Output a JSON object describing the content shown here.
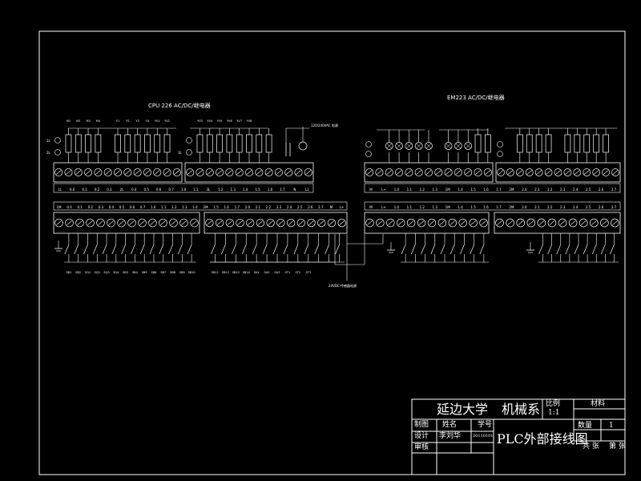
{
  "title_cpu": "CPU 226 AC/DC/继电器",
  "title_em": "EM223 AC/DC/继电器",
  "supply_note": "120/240VAC 电源",
  "dc_note": "24VDC 传感器电源",
  "cpu_out_groups": [
    "1L",
    "2L",
    "3L"
  ],
  "cpu_out_names": [
    "M1",
    "M2",
    "M3",
    "M4",
    "Y1",
    "Y2",
    "Y3",
    "Y4",
    "YV1",
    "YV2",
    "YV3",
    "YV4",
    "YV5",
    "YV6",
    "YV7",
    "YV8"
  ],
  "cpu_out_addr": [
    "1L",
    "0.0",
    "0.1",
    "0.2",
    "0.3",
    "2L",
    "0.4",
    "0.5",
    "0.6",
    "0.7",
    "1.0",
    "1.1",
    "3L",
    "1.2",
    "1.3",
    "1.4",
    "1.5",
    "1.6",
    "1.7",
    "N",
    "L1"
  ],
  "cpu_in_addr": [
    "1M",
    "0.0",
    "0.1",
    "0.2",
    "0.3",
    "0.4",
    "0.5",
    "0.6",
    "0.7",
    "1.0",
    "1.1",
    "1.2",
    "1.3",
    "1.4",
    "2M",
    "1.5",
    "1.6",
    "1.7",
    "2.0",
    "2.1",
    "2.2",
    "2.3",
    "2.4",
    "2.5",
    "2.6",
    "2.7",
    "M",
    "L+"
  ],
  "cpu_in_names": [
    "SB1",
    "SB2",
    "SQ1",
    "SQ2",
    "SQ3",
    "SQ4",
    "SB3",
    "SB4",
    "SB5",
    "SB6",
    "SB7",
    "SB8",
    "SB9",
    "SB10",
    "SB11",
    "SB12",
    "SB13",
    "SB14",
    "SA1",
    "SA2",
    "SA3",
    "ST1",
    "ST2",
    "ST3"
  ],
  "em_labels": [
    "M",
    "L+",
    "1.0",
    "1.1",
    "1.2",
    "1.3",
    "1M",
    "1.4",
    "1.5",
    "1.6",
    "1.7",
    "2M",
    "2.0",
    "2.1",
    "2.2",
    "2.3",
    "2.4",
    "2.5",
    "2.6",
    "2.7"
  ],
  "titleblock": {
    "school": "延边大学",
    "dept": "机械系",
    "scale_label": "比例",
    "scale_value": "1:1",
    "material_label": "材料",
    "drawn_label": "制图",
    "name_label": "姓名",
    "id_label": "学号",
    "design_label": "设计",
    "designer": "李刘华",
    "design_no": "20110101",
    "qty_label": "数量",
    "qty_value": "1",
    "review_label": "审核",
    "drawing_title": "PLC外部接线图",
    "sheet_total_label": "共 张",
    "sheet_no_label": "第 张"
  }
}
